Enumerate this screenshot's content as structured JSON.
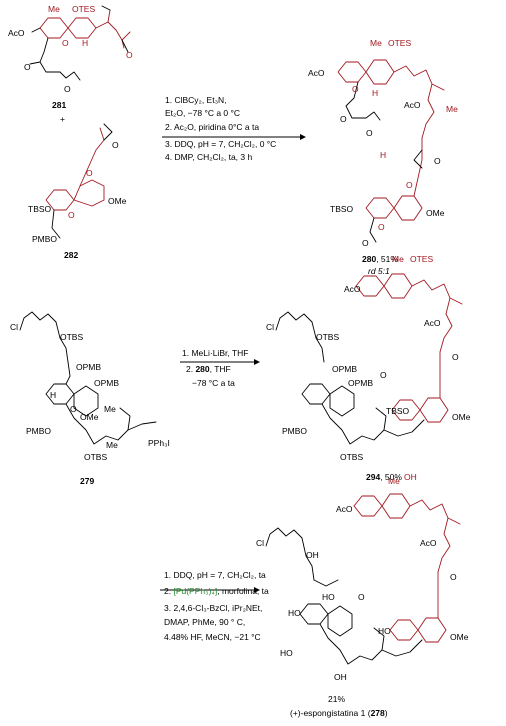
{
  "scheme1": {
    "reactant_a_label": "281",
    "plus": "+",
    "reactant_b_label": "282",
    "conditions": [
      "1. ClBCy₂, Et₃N,",
      "Et₂O, −78 °C a 0 °C",
      "2. Ac₂O, piridina 0°C a ta",
      "3. DDQ, pH = 7, CH₂Cl₂, 0 °C",
      "4. DMP, CH₂Cl₂, ta, 3 h"
    ],
    "product_label": "280",
    "product_yield": ", 51%",
    "product_rd": "rd 5:1"
  },
  "scheme2": {
    "reactant_label": "279",
    "conditions": [
      "1. MeLi·LiBr, THF",
      "2. ",
      "280",
      ", THF",
      "−78 °C a  ta"
    ],
    "product_label": "294",
    "product_yield": ", 50%"
  },
  "scheme3": {
    "conditions": [
      "1. DDQ, pH = 7, CH₂Cl₂, ta",
      "2. ",
      "[Pd(PPh₃)₄]",
      ", morfolina, ta",
      "3. 2,4,6-Cl₃-BzCl, iPr₂NEt,",
      "DMAP, PhMe, 90 ° C,",
      "4.48% HF, MeCN, −21 °C"
    ],
    "yield": "21%",
    "product_name": "(+)-espongistatina 1 (",
    "product_label": "278",
    "product_close": ")"
  },
  "atoms": {
    "otes": "OTES",
    "me": "Me",
    "aco": "AcO",
    "o": "O",
    "h": "H",
    "tbso": "TBSO",
    "ome": "OMe",
    "pmbo": "PMBO",
    "otbs": "OTBS",
    "opmb": "OPMB",
    "cl": "Cl",
    "pph3i": "PPh₃I",
    "oh": "OH",
    "ho": "HO"
  }
}
